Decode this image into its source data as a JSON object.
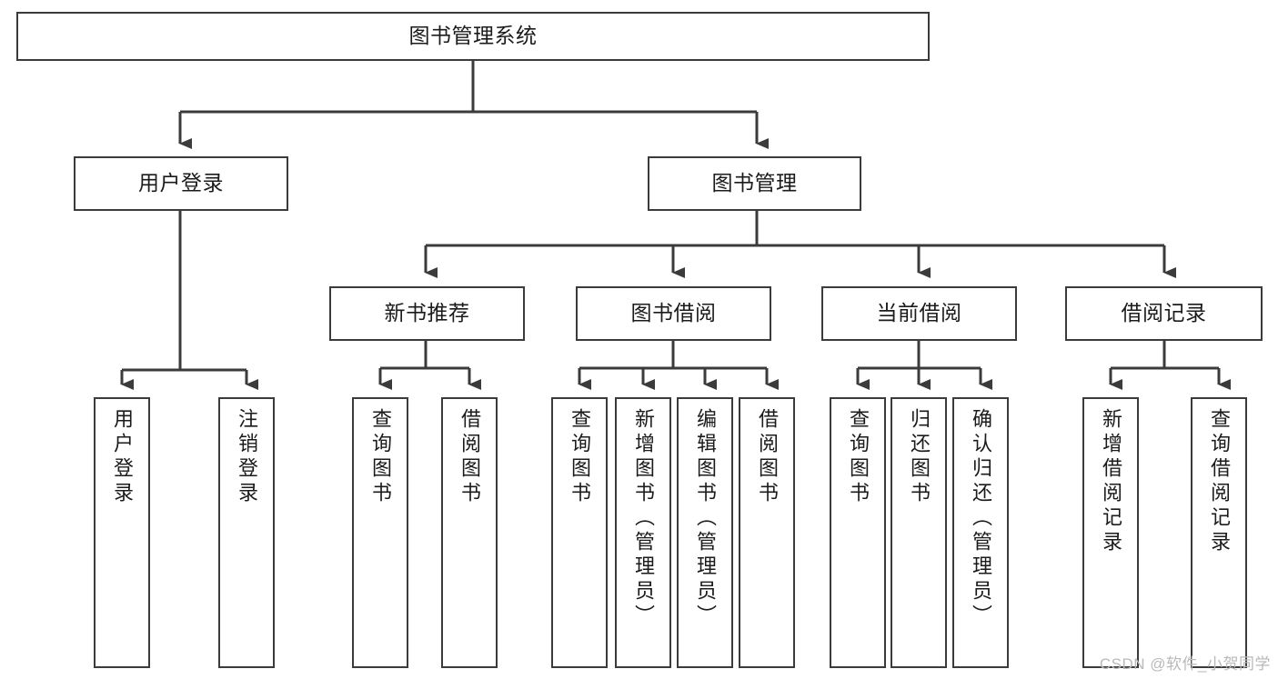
{
  "diagram": {
    "type": "tree",
    "title": "图书管理系统",
    "orientation": "top-down",
    "colors": {
      "box_border": "#3b3b3b",
      "box_fill": "#ffffff",
      "edge": "#3b3b3b",
      "text": "#1b1b1b",
      "watermark": "#b9b9b9",
      "background": "#ffffff"
    },
    "watermark": "CSDN @软件_小贺同学",
    "nodes": {
      "root": {
        "label": "图书管理系统"
      },
      "level1": [
        {
          "label": "用户登录"
        },
        {
          "label": "图书管理"
        }
      ],
      "level2": [
        {
          "label": "新书推荐"
        },
        {
          "label": "图书借阅"
        },
        {
          "label": "当前借阅"
        },
        {
          "label": "借阅记录"
        }
      ],
      "leaves": {
        "user_login": [
          {
            "label": "用户登录"
          },
          {
            "label": "注销登录"
          }
        ],
        "new_book": [
          {
            "label": "查询图书"
          },
          {
            "label": "借阅图书"
          }
        ],
        "book_borrow": [
          {
            "label": "查询图书"
          },
          {
            "label": "新增图书（管理员）"
          },
          {
            "label": "编辑图书（管理员）"
          },
          {
            "label": "借阅图书"
          }
        ],
        "current_borrow": [
          {
            "label": "查询图书"
          },
          {
            "label": "归还图书"
          },
          {
            "label": "确认归还（管理员）"
          }
        ],
        "borrow_record": [
          {
            "label": "新增借阅记录"
          },
          {
            "label": "查询借阅记录"
          }
        ]
      }
    }
  }
}
